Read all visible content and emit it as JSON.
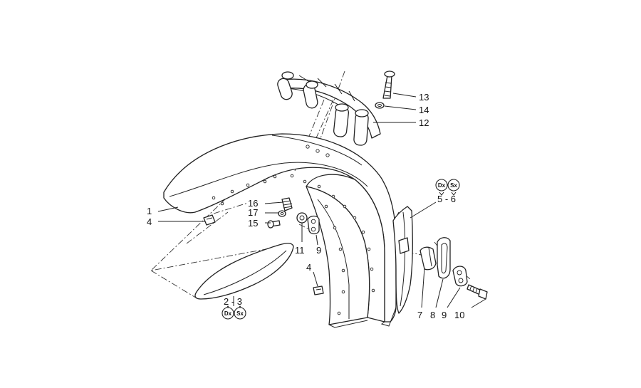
{
  "callouts": {
    "c1": "1",
    "c4a": "4",
    "c16": "16",
    "c17": "17",
    "c15": "15",
    "c11": "11",
    "c9a": "9",
    "c4b": "4",
    "c13": "13",
    "c14": "14",
    "c12": "12",
    "c56": "5 - 6",
    "c23": "2 - 3",
    "c7": "7",
    "c8": "8",
    "c9b": "9",
    "c10": "10"
  },
  "badges": {
    "dx": "Dx",
    "sx": "Sx"
  }
}
